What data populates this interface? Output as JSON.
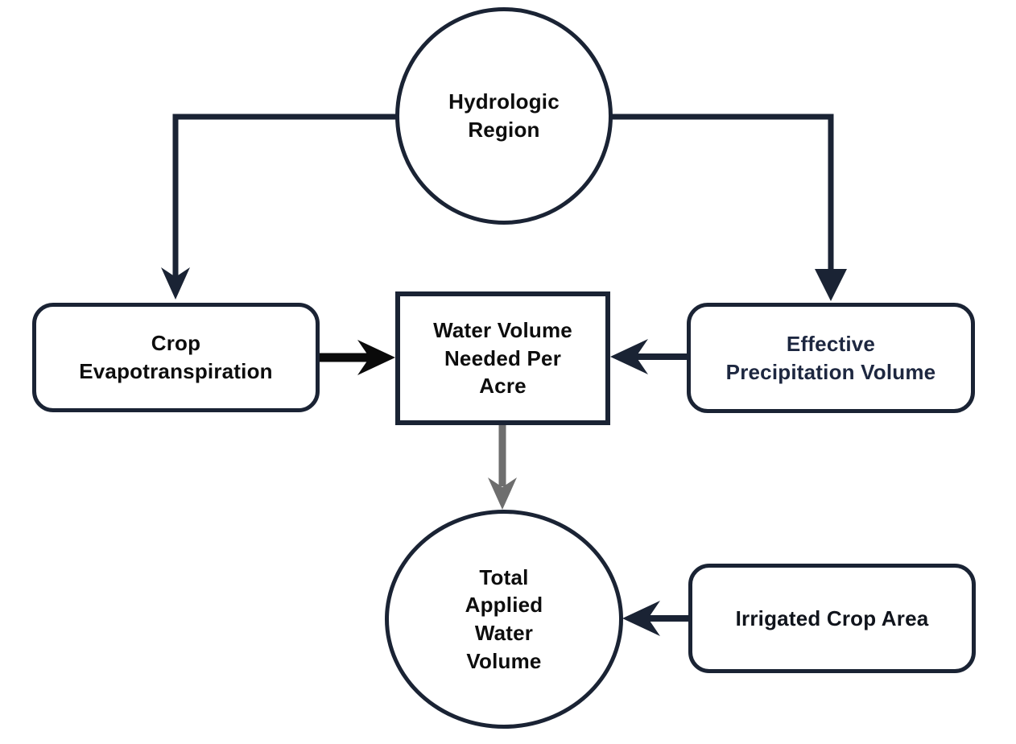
{
  "diagram": {
    "background": "#ffffff",
    "colors": {
      "node_border_navy": "#1a2334",
      "edge_navy": "#1a2334",
      "edge_black": "#0a0a0a",
      "edge_gray": "#6e6e6e",
      "text_black": "#0d0d0d",
      "text_navy": "#1d2740"
    },
    "nodes": {
      "hydrologic_region": {
        "label": "Hydrologic\nRegion",
        "shape": "circle"
      },
      "crop_evapotranspiration": {
        "label": "Crop\nEvapotranspiration",
        "shape": "rounded-rect"
      },
      "water_volume_needed_per_acre": {
        "label": "Water Volume\nNeeded Per\nAcre",
        "shape": "rect"
      },
      "effective_precipitation_volume": {
        "label": "Effective\nPrecipitation Volume",
        "shape": "rounded-rect"
      },
      "total_applied_water_volume": {
        "label": "Total\nApplied\nWater\nVolume",
        "shape": "circle"
      },
      "irrigated_crop_area": {
        "label": "Irrigated Crop Area",
        "shape": "rounded-rect"
      }
    },
    "edges": [
      {
        "from": "hydrologic_region",
        "to": "crop_evapotranspiration",
        "color": "#1a2334",
        "path": "elbow-left-down",
        "head": "barbed"
      },
      {
        "from": "hydrologic_region",
        "to": "effective_precipitation_volume",
        "color": "#1a2334",
        "path": "elbow-right-down",
        "head": "triangle"
      },
      {
        "from": "crop_evapotranspiration",
        "to": "water_volume_needed_per_acre",
        "color": "#0a0a0a",
        "path": "straight-right",
        "head": "barbed"
      },
      {
        "from": "effective_precipitation_volume",
        "to": "water_volume_needed_per_acre",
        "color": "#1a2334",
        "path": "straight-left",
        "head": "barbed"
      },
      {
        "from": "water_volume_needed_per_acre",
        "to": "total_applied_water_volume",
        "color": "#6e6e6e",
        "path": "straight-down",
        "head": "barbed"
      },
      {
        "from": "irrigated_crop_area",
        "to": "total_applied_water_volume",
        "color": "#1a2334",
        "path": "straight-left",
        "head": "barbed"
      }
    ]
  }
}
